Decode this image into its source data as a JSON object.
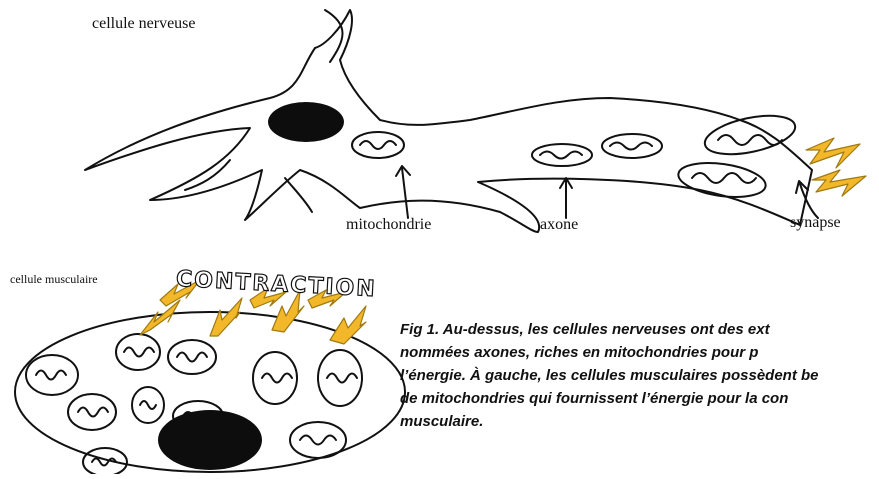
{
  "labels": {
    "nerve_cell": "cellule nerveuse",
    "muscle_cell": "cellule musculaire",
    "mitochondria": "mitochondrie",
    "axon": "axone",
    "synapse": "synapse",
    "contraction": "CONTRACTION"
  },
  "caption": {
    "lines": [
      "Fig 1. Au-dessus, les cellules nerveuses ont des ext",
      "nommées axones, riches en mitochondries pour p",
      "l’énergie. À gauche, les cellules musculaires possèdent be",
      "de mitochondries qui fournissent l’énergie pour la con",
      "musculaire."
    ]
  },
  "colors": {
    "ink": "#111111",
    "nucleus": "#0d0d0d",
    "bolt_fill": "#f2b82a",
    "bolt_stroke": "#a07a10",
    "paper": "#ffffff"
  }
}
